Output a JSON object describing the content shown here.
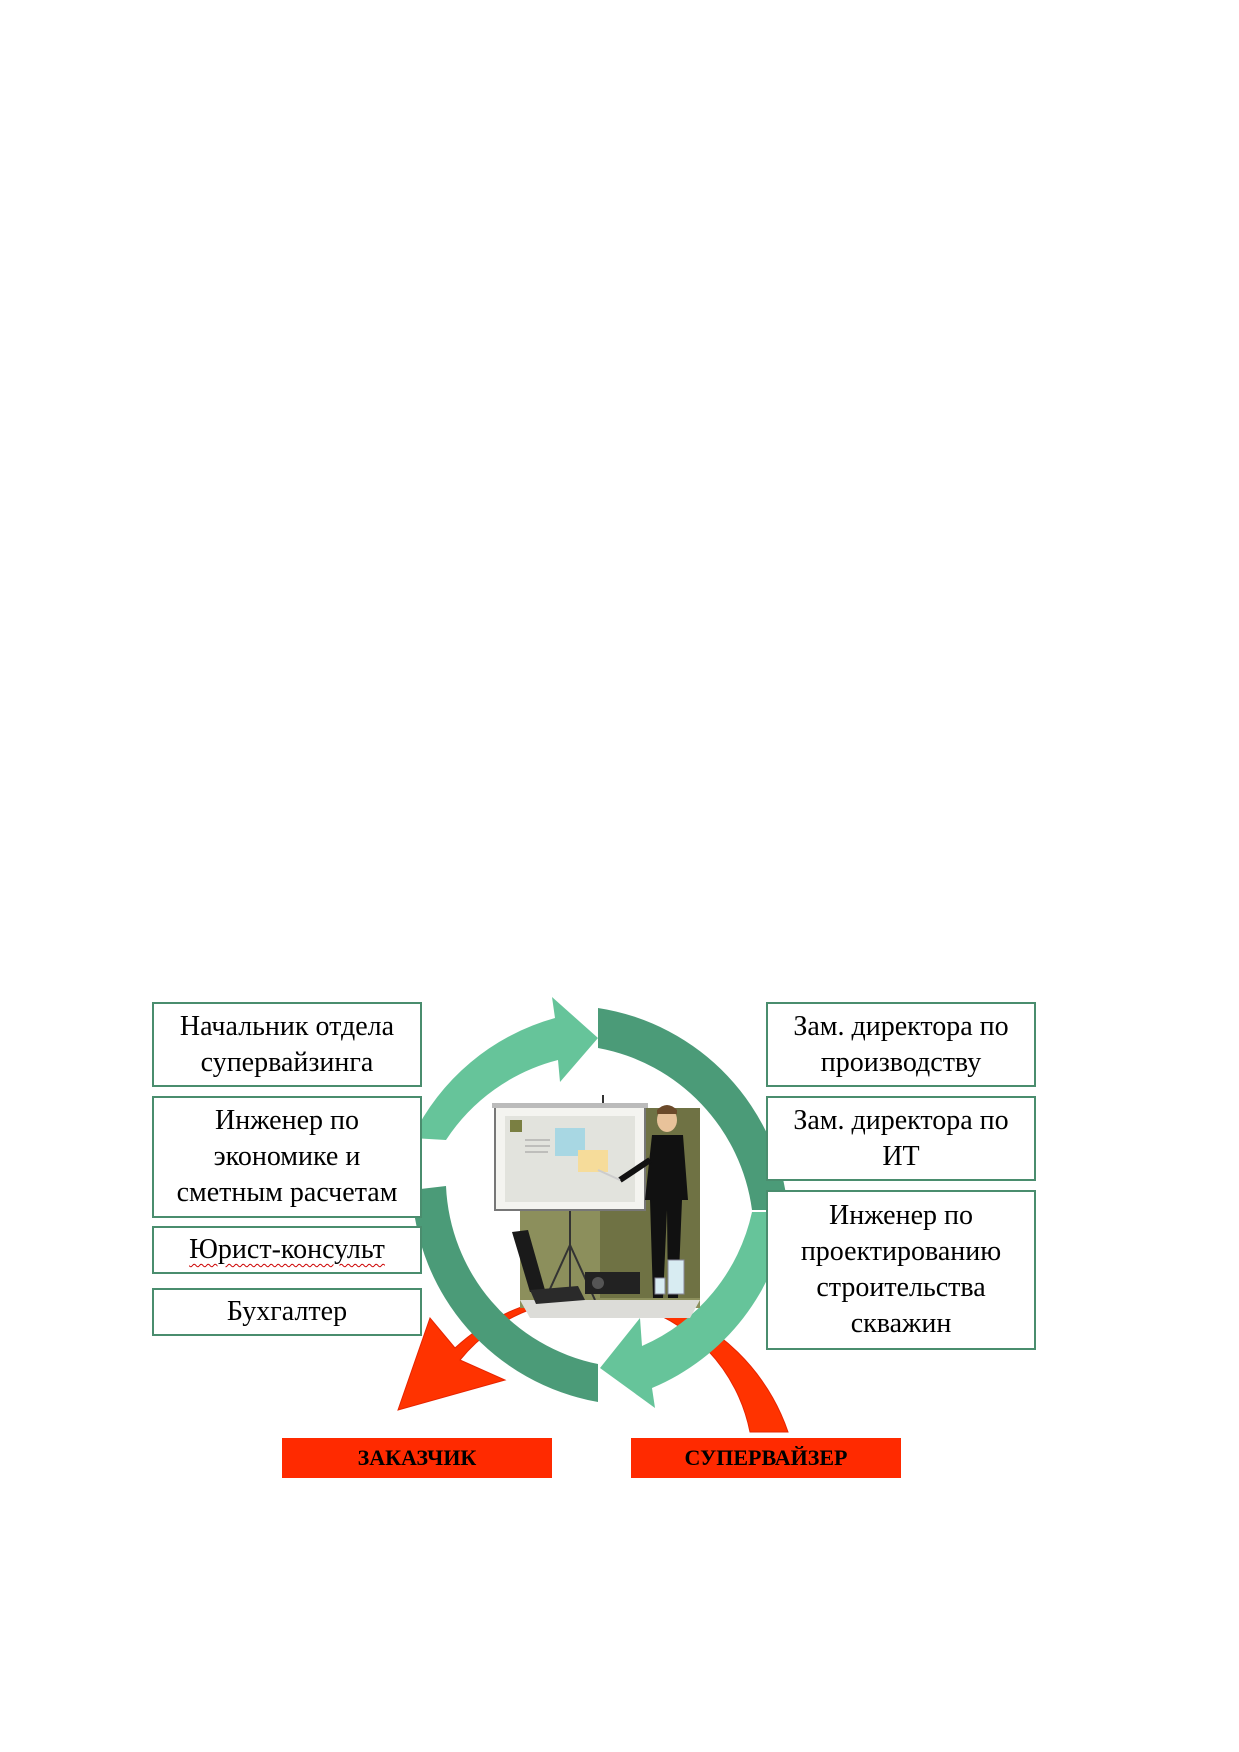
{
  "diagram": {
    "left_boxes": [
      "Начальник отдела\nсупервайзинга",
      "Инженер по\nэкономике и\nсметным расчетам",
      "Юрист-консульт",
      "Бухгалтер"
    ],
    "right_boxes": [
      "Зам. директора по\nпроизводству",
      "Зам. директора по\nИТ",
      "Инженер по\nпроектированию\nстроительства\nскважин"
    ],
    "bottom_labels": {
      "left": "ЗАКАЗЧИК",
      "right": "СУПЕРВАЙЗЕР"
    },
    "colors": {
      "green_light": "#66c49a",
      "green_dark": "#4b9b78",
      "box_border": "#4a8d6e",
      "red": "#ff2a00"
    }
  }
}
